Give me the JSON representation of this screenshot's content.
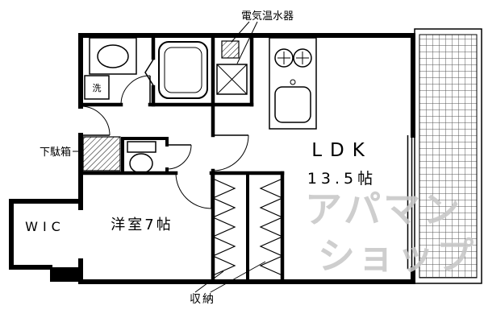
{
  "plan": {
    "labels": {
      "water_heater": "電気温水器",
      "ldk": "LDK",
      "ldk_size": "13.5帖",
      "western_room": "洋室7帖",
      "wic": "WIC",
      "shoe_cabinet": "下駄箱",
      "storage": "収納",
      "washer": "洗"
    },
    "watermark": {
      "line1": "アパマン",
      "line2": "ショップ"
    },
    "colors": {
      "wall": "#000000",
      "background": "#ffffff",
      "watermark": "#c8c8c8",
      "lattice_line": "#555555"
    }
  }
}
